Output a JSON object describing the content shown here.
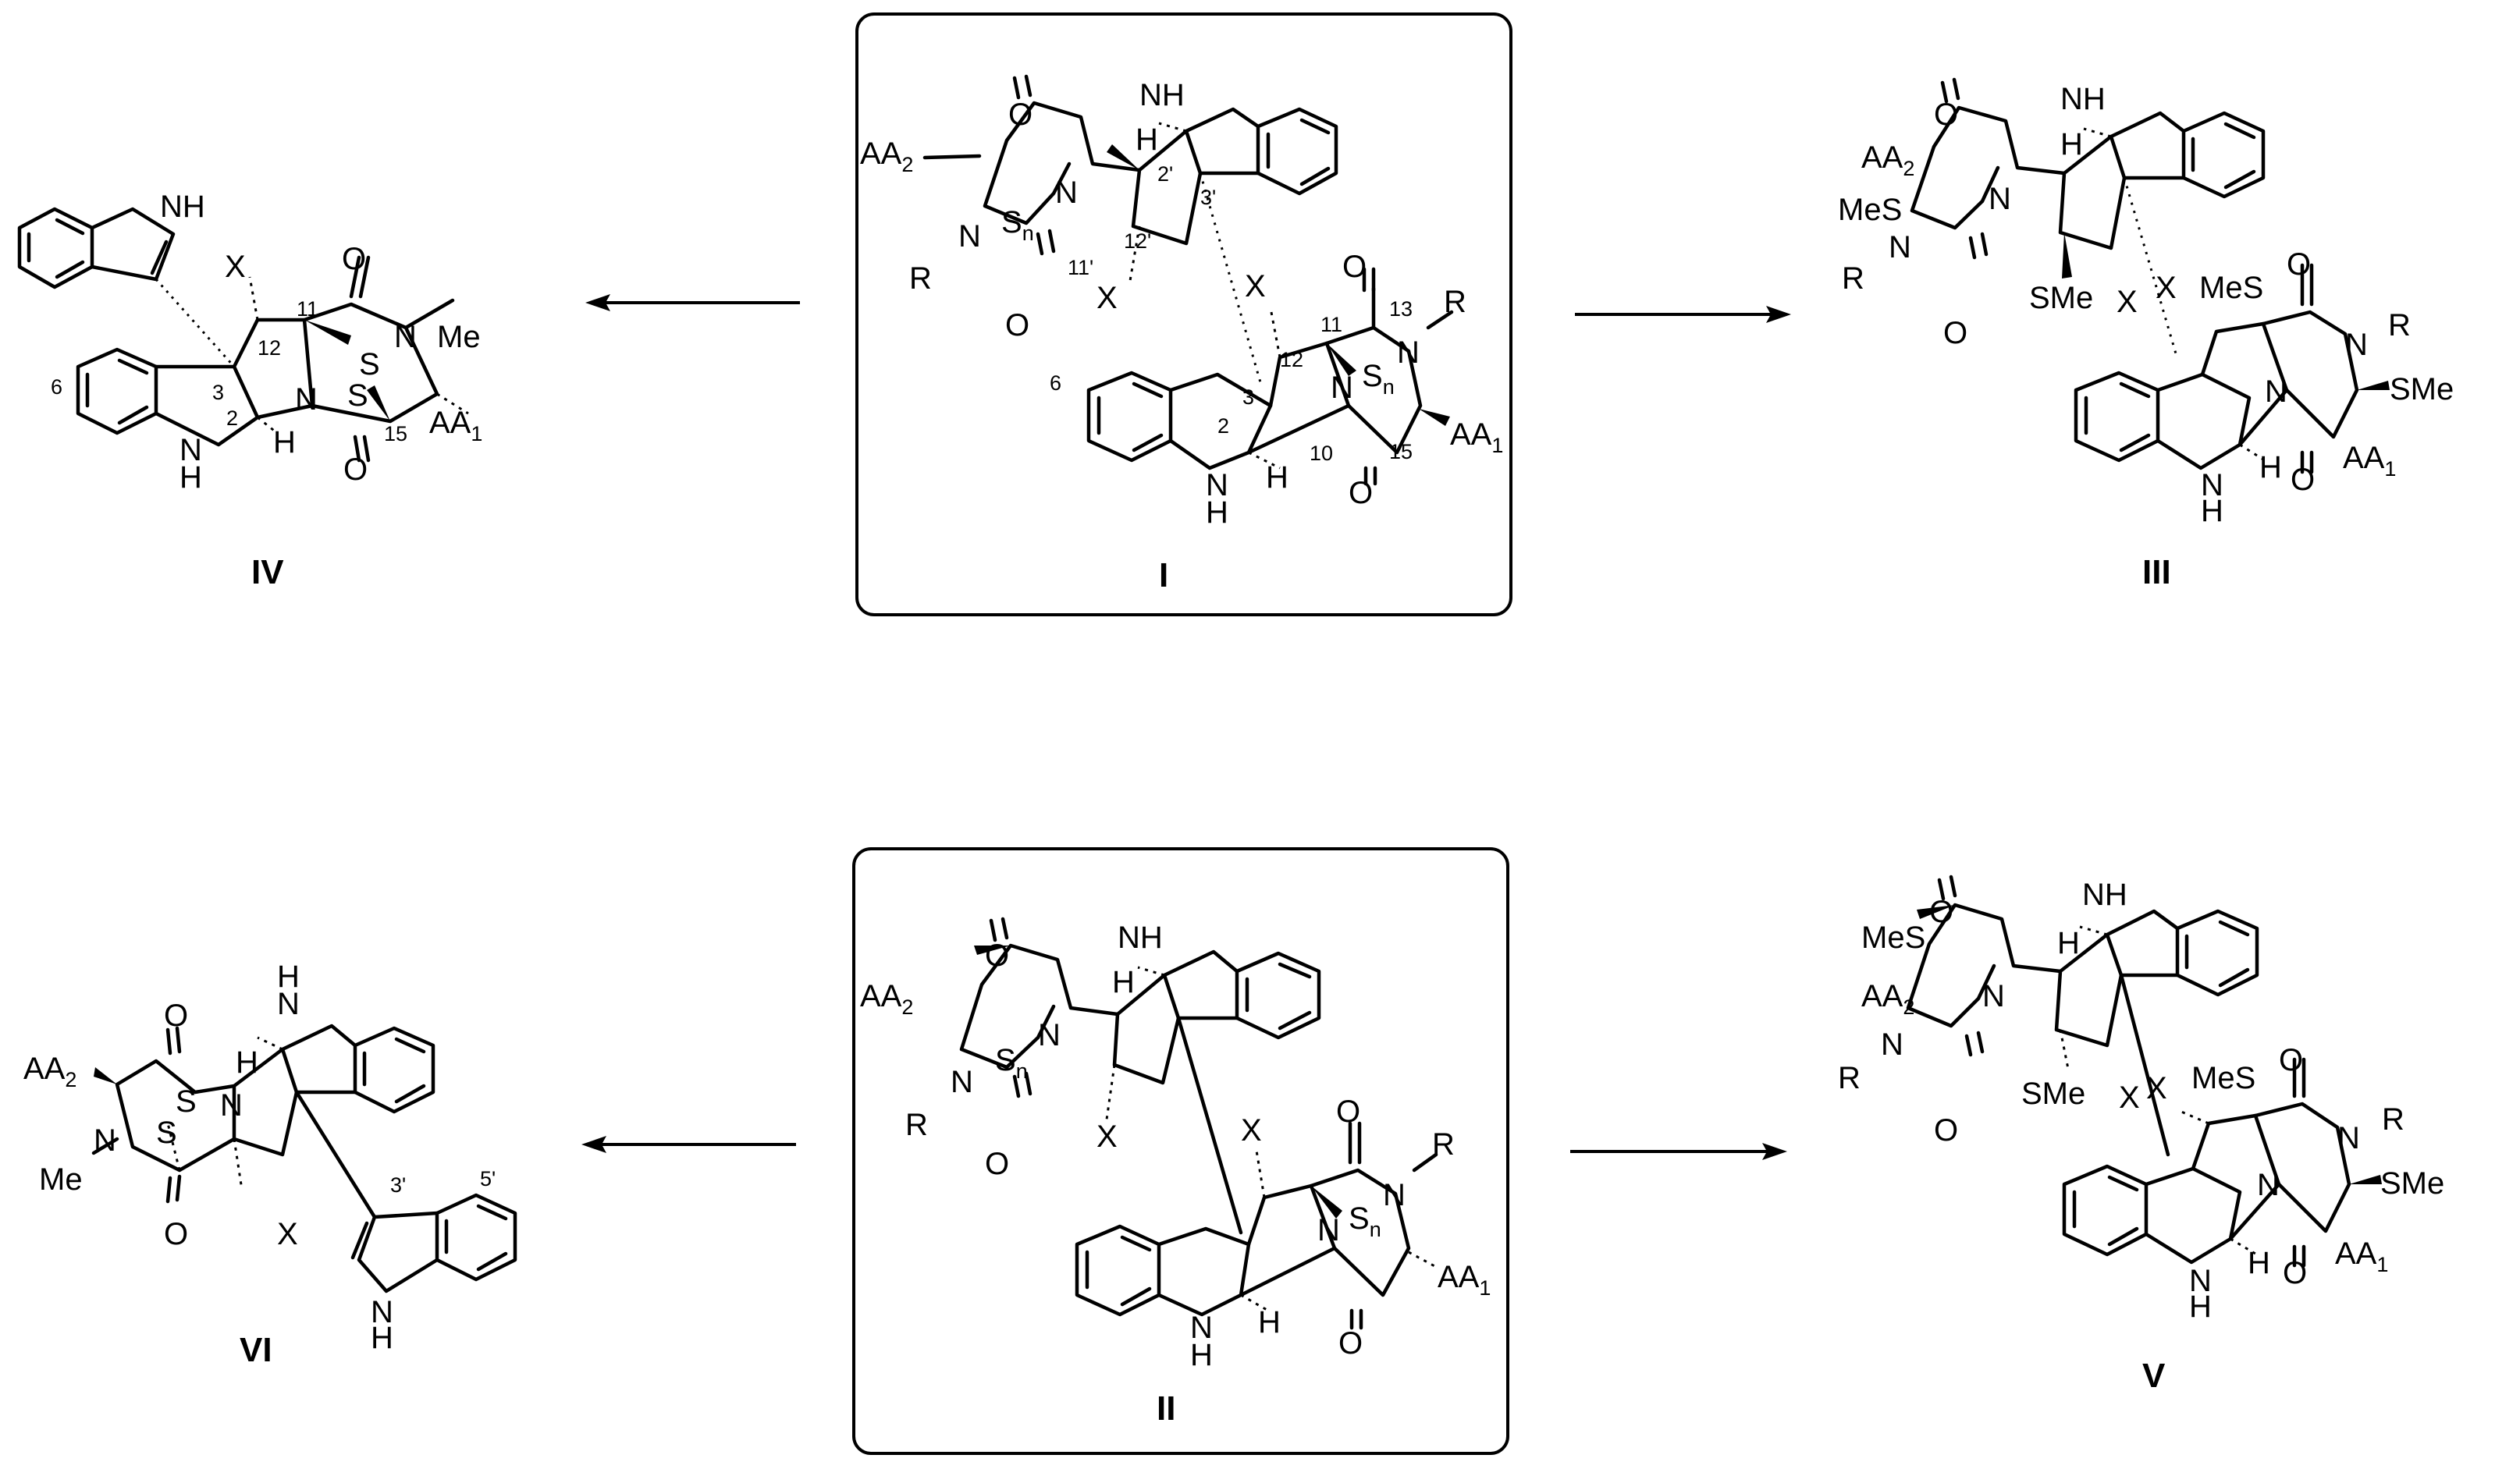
{
  "compounds": {
    "I": {
      "label": "I"
    },
    "II": {
      "label": "II"
    },
    "III": {
      "label": "III"
    },
    "IV": {
      "label": "IV"
    },
    "V": {
      "label": "V"
    },
    "VI": {
      "label": "VI"
    }
  },
  "atoms": {
    "NH": "NH",
    "N": "N",
    "H": "H",
    "O": "O",
    "X": "X",
    "R": "R",
    "Me": "Me",
    "MeS": "MeS",
    "SMe": "SMe",
    "S": "S",
    "AA": "AA",
    "AA1_sub": "1",
    "AA2_sub": "2",
    "Sn_base": "S",
    "Sn_sub": "n"
  },
  "numbering": {
    "I": [
      "2'",
      "3'",
      "12'",
      "11'",
      "3",
      "12",
      "11",
      "13",
      "2",
      "10",
      "15",
      "6"
    ],
    "IV": [
      "11",
      "12",
      "3",
      "2",
      "15",
      "6"
    ],
    "VI": [
      "3'",
      "5'"
    ]
  }
}
